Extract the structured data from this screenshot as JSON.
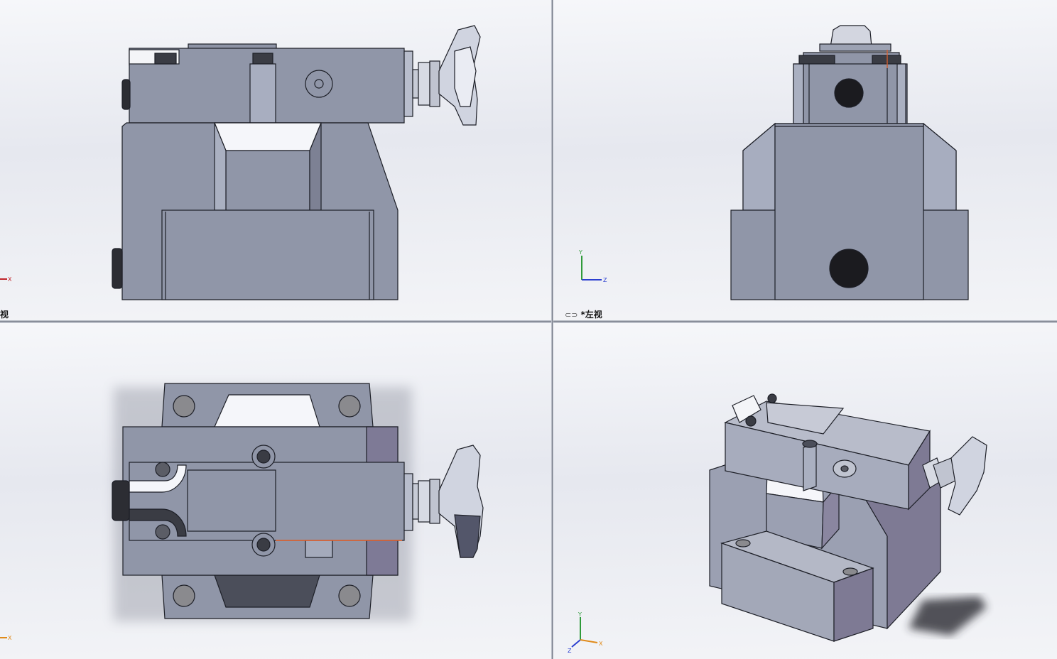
{
  "viewports": {
    "top_left": {
      "label": "视",
      "triad_x": "X"
    },
    "top_right": {
      "label_prefix": "*",
      "label": "左视",
      "triad_y": "Y",
      "triad_z": "Z"
    },
    "bottom_left": {
      "triad_x": "X"
    },
    "bottom_right": {
      "triad_y": "Y",
      "triad_z": "Z",
      "triad_x": "X"
    }
  },
  "colors": {
    "body_main": "#9096a8",
    "body_light": "#a6acbd",
    "body_dark": "#6e7285",
    "edge": "#1d1f27",
    "highlight": "#e8602a"
  }
}
